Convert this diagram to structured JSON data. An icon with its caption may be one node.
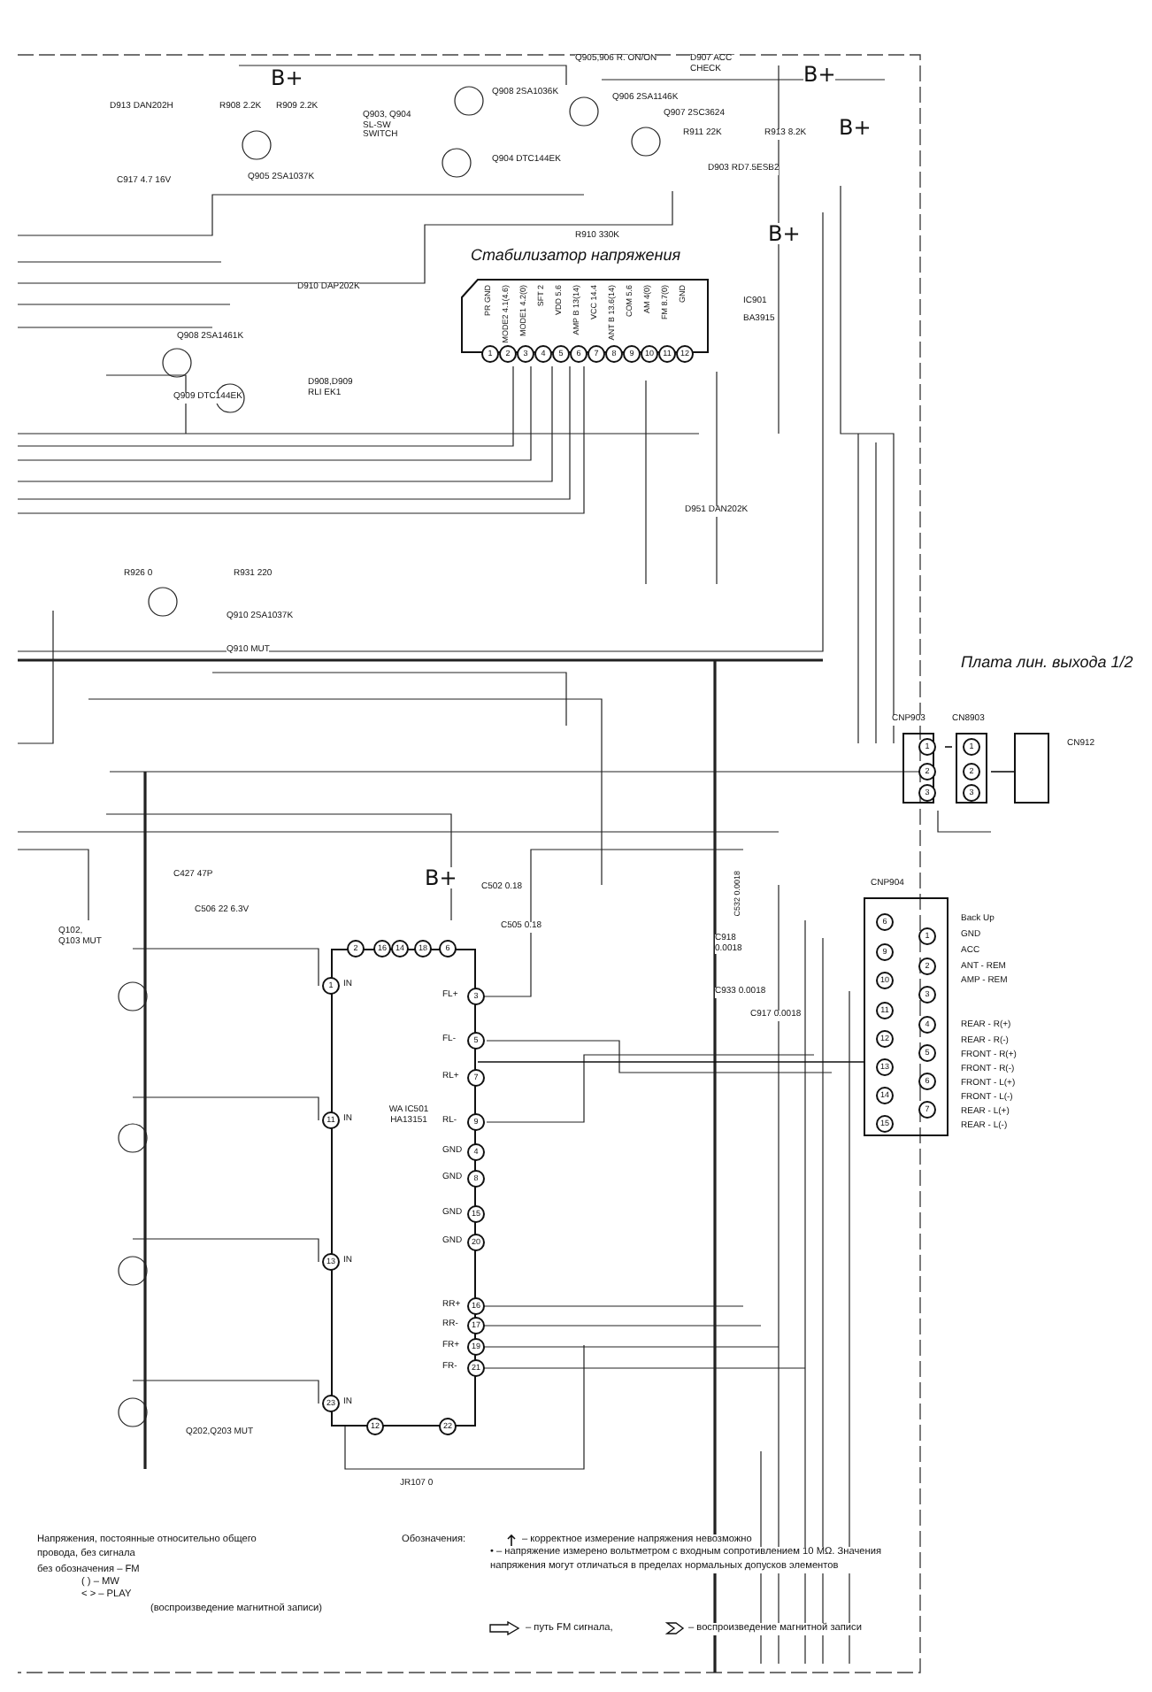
{
  "diagram": {
    "nodes": [
      {
        "text": [
          "Стабилизатор напряжения"
        ],
        "beside": [
          "IC901",
          "BA3915"
        ]
      },
      {
        "text": [
          "WA IC501 HA13151"
        ]
      },
      {
        "text": [
          "CNP904"
        ]
      },
      {
        "text": [
          "CNP903"
        ]
      },
      {
        "text": [
          "CN8903"
        ]
      },
      {
        "text": [
          "CN912"
        ]
      }
    ],
    "edges": [
      {
        "from": 1,
        "to": 2,
        "arrow": "none"
      },
      {
        "from": 3,
        "to": 4,
        "arrow": "none"
      },
      {
        "from": 4,
        "to": 5,
        "arrow": "none"
      }
    ],
    "labels": [
      "B+",
      "B+",
      "B+",
      "B+",
      "D913 DAN202H",
      "R908 2.2K",
      "R909 2.2K",
      "C917 4.7 16V",
      "Q905 2SA1037K",
      "Q903, Q904 SL-SW SWITCH",
      "Q908 2SA1036K",
      "Q904 DTC144EK",
      "Q905,906 R. ON/ON",
      "Q906 2SA1146K",
      "D907 ACC CHECK",
      "Q907 2SC3624",
      "R911 22K",
      "D903 RD7.5ESB2",
      "R913 8.2K",
      "R910 330K",
      "D910 DAP202K",
      "Q908 2SA1461K",
      "Q909 DTC144EK",
      "D908,D909 RLI EK1",
      "PR GND",
      "MODE2 4.1(4.6)",
      "MODE1 4.2(0)",
      "SFT 2",
      "VDD 5.6",
      "AMP B 13(14)",
      "VCC 14.4",
      "ANT B 13.6(14)",
      "COM 5.6",
      "AM 4(0)",
      "FM 8.7(0)",
      "GND",
      "1",
      "2",
      "3",
      "4",
      "5",
      "6",
      "7",
      "8",
      "9",
      "10",
      "11",
      "12",
      "D951 DAN202K",
      "R926 0",
      "R931 220",
      "Q910 2SA1037K",
      "Q910 MUT",
      "Плата лин. выхода 1/2",
      "C427 47P",
      "C506 22 6.3V",
      "B+",
      "C502 0.18",
      "C505 0.18",
      "C532 0.0018",
      "C918 0.0018",
      "C933 0.0018",
      "C917 0.0018",
      "Q102, Q103 MUT",
      "2",
      "16",
      "14",
      "18",
      "6",
      "1",
      "11",
      "13",
      "23",
      "3",
      "5",
      "7",
      "9",
      "4",
      "8",
      "15",
      "20",
      "16",
      "17",
      "19",
      "21",
      "12",
      "22",
      "IN",
      "IN",
      "IN",
      "IN",
      "FL+",
      "FL-",
      "RL+",
      "RL-",
      "GND",
      "GND",
      "GND",
      "GND",
      "RR+",
      "RR-",
      "FR+",
      "FR-",
      "6",
      "9",
      "10",
      "11",
      "12",
      "13",
      "14",
      "15",
      "1",
      "2",
      "3",
      "4",
      "5",
      "6",
      "7",
      "Back Up",
      "GND",
      "ACC",
      "ANT - REM",
      "AMP - REM",
      "REAR - R(+)",
      "REAR - R(-)",
      "FRONT - R(+)",
      "FRONT - R(-)",
      "FRONT - L(+)",
      "FRONT - L(-)",
      "REAR - L(+)",
      "REAR - L(-)",
      "1",
      "2",
      "3",
      "1",
      "2",
      "3",
      "Q202,Q203 MUT",
      "JR107 0",
      "Напряжения, постоянные относительно общего провода, без сигнала",
      "без обозначения – FM",
      "( ) – MW",
      "< > – PLAY",
      "(воспроизведение магнитной записи)",
      "Обозначения:",
      "– корректное измерение напряжения невозможно",
      "• – напряжение измерено вольтметром с входным сопротивлением 10 МΩ. Значения напряжения могут отличаться в пределах нормальных допусков элементов"
    ],
    "legend": [
      {
        "text": "– путь FM сигнала,"
      },
      {
        "text": "– воспроизведение магнитной записи"
      }
    ]
  }
}
